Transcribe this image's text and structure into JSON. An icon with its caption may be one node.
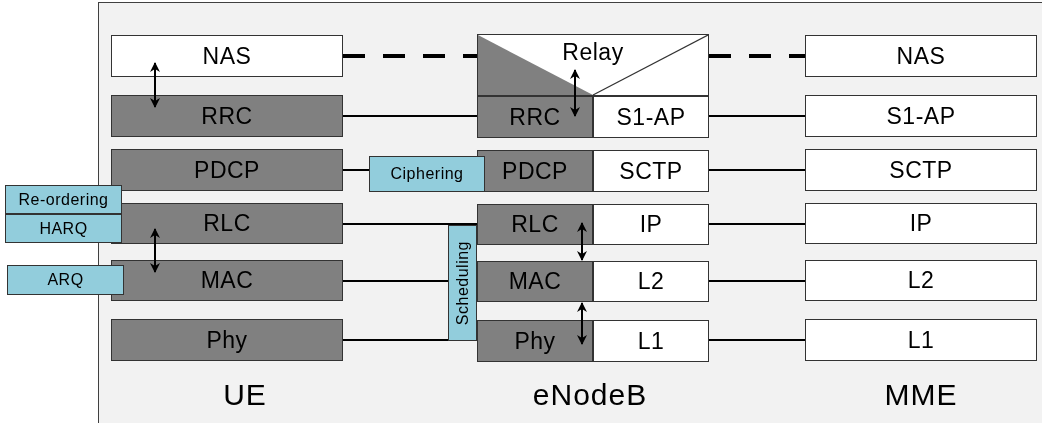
{
  "diagram": {
    "nodes": [
      {
        "text": [
          "NAS"
        ]
      },
      {
        "text": [
          "RRC"
        ]
      },
      {
        "text": [
          "PDCP"
        ]
      },
      {
        "text": [
          "RLC"
        ]
      },
      {
        "text": [
          "MAC"
        ]
      },
      {
        "text": [
          "Phy"
        ]
      },
      {
        "text": [
          "Relay"
        ]
      },
      {
        "text": [
          "RRC"
        ]
      },
      {
        "text": [
          "S1-AP"
        ]
      },
      {
        "text": [
          "PDCP"
        ]
      },
      {
        "text": [
          "SCTP"
        ]
      },
      {
        "text": [
          "RLC"
        ]
      },
      {
        "text": [
          "IP"
        ]
      },
      {
        "text": [
          "MAC"
        ]
      },
      {
        "text": [
          "L2"
        ]
      },
      {
        "text": [
          "Phy"
        ]
      },
      {
        "text": [
          "L1"
        ]
      },
      {
        "text": [
          "NAS"
        ]
      },
      {
        "text": [
          "S1-AP"
        ]
      },
      {
        "text": [
          "SCTP"
        ]
      },
      {
        "text": [
          "IP"
        ]
      },
      {
        "text": [
          "L2"
        ]
      },
      {
        "text": [
          "L1"
        ]
      },
      {
        "text": [
          "Ciphering"
        ]
      },
      {
        "text": [
          "Re-ordering"
        ]
      },
      {
        "text": [
          "HARQ"
        ]
      },
      {
        "text": [
          "ARQ"
        ]
      },
      {
        "text": [
          "Scheduling"
        ]
      }
    ],
    "edges": [
      {
        "from": 0,
        "to": 6,
        "arrow": "none",
        "style": "dashed"
      },
      {
        "from": 6,
        "to": 17,
        "arrow": "none",
        "style": "dashed"
      },
      {
        "from": 1,
        "to": 7,
        "arrow": "none"
      },
      {
        "from": 8,
        "to": 18,
        "arrow": "none"
      },
      {
        "from": 2,
        "to": 23,
        "arrow": "none"
      },
      {
        "from": 10,
        "to": 19,
        "arrow": "none"
      },
      {
        "from": 3,
        "to": 11,
        "arrow": "none"
      },
      {
        "from": 12,
        "to": 20,
        "arrow": "none"
      },
      {
        "from": 4,
        "to": 27,
        "arrow": "none"
      },
      {
        "from": 14,
        "to": 21,
        "arrow": "none"
      },
      {
        "from": 5,
        "to": 27,
        "arrow": "none"
      },
      {
        "from": 16,
        "to": 22,
        "arrow": "none"
      },
      {
        "from": 0,
        "to": 1,
        "arrow": "both"
      },
      {
        "from": 3,
        "to": 4,
        "arrow": "both"
      },
      {
        "from": 6,
        "to": 7,
        "arrow": "both"
      },
      {
        "from": 11,
        "to": 13,
        "arrow": "both"
      },
      {
        "from": 13,
        "to": 15,
        "arrow": "both"
      }
    ],
    "labels": [
      "UE",
      "eNodeB",
      "MME"
    ]
  }
}
